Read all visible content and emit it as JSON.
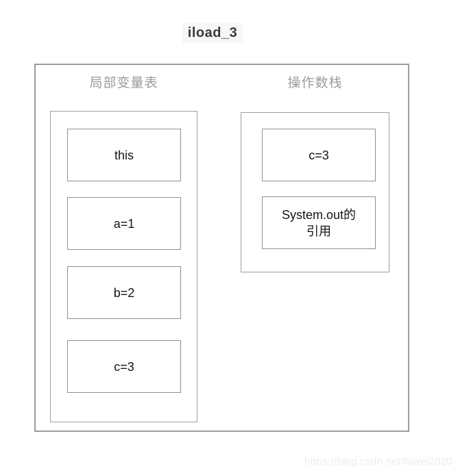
{
  "title": "iload_3",
  "frame": {
    "local_variable_table": {
      "label": "局部变量表",
      "slots": [
        "this",
        "a=1",
        "b=2",
        "c=3"
      ]
    },
    "operand_stack": {
      "label": "操作数栈",
      "slots": [
        "c=3",
        "System.out的\n引用"
      ]
    }
  },
  "watermark": "https://blog.csdn.net/fuwei2020",
  "colors": {
    "background": "#ffffff",
    "outer_border": "#9c9c9c",
    "container_border": "#9c9c9c",
    "cell_border": "#8f8f8f",
    "header_text": "#9b9b9b",
    "cell_text": "#141414",
    "title_text": "#3a3a3a",
    "title_background": "#f7f7f7",
    "watermark_text": "#ececec"
  }
}
